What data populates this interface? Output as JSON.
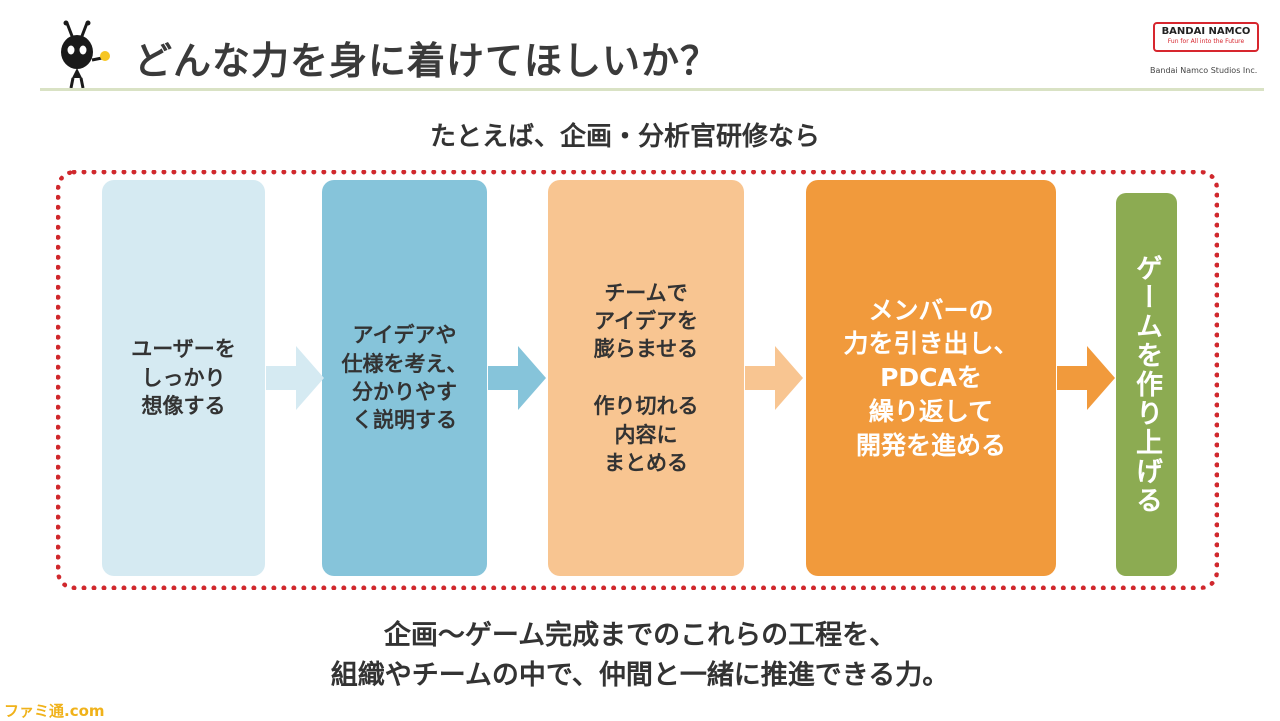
{
  "header": {
    "title": "どんな力を身に着けてほしいか？",
    "logo": "BANDAI NAMCO",
    "logo_tagline": "Fun for All into the Future",
    "company": "Bandai Namco Studios Inc."
  },
  "subtitle": "たとえば、企画・分析官研修なら",
  "flow": {
    "steps": [
      {
        "text": "ユーザーを\nしっかり\n想像する"
      },
      {
        "text": "アイデアや\n仕様を考え、\n分かりやす\nく説明する"
      },
      {
        "text": "チームで\nアイデアを\n膨らませる\n\n作り切れる\n内容に\nまとめる"
      },
      {
        "text": "メンバーの\n力を引き出し、\nPDCAを\n繰り返して\n開発を進める"
      },
      {
        "text": "ゲームを作り上げる"
      }
    ]
  },
  "footer": "企画～ゲーム完成までのこれらの工程を、\n組織やチームの中で、仲間と一緒に推進できる力。",
  "watermark": "ファミ通.com",
  "colors": {
    "step1": "#d5eaf2",
    "step2": "#86c4da",
    "step3": "#f8c591",
    "step4": "#f19a3c",
    "step5": "#8cab52",
    "frame": "#d0282d",
    "header_rule": "#d9e2c4",
    "logo_red": "#d7262e"
  },
  "icons": [
    "mascot-icon",
    "arrow-right-icon"
  ]
}
